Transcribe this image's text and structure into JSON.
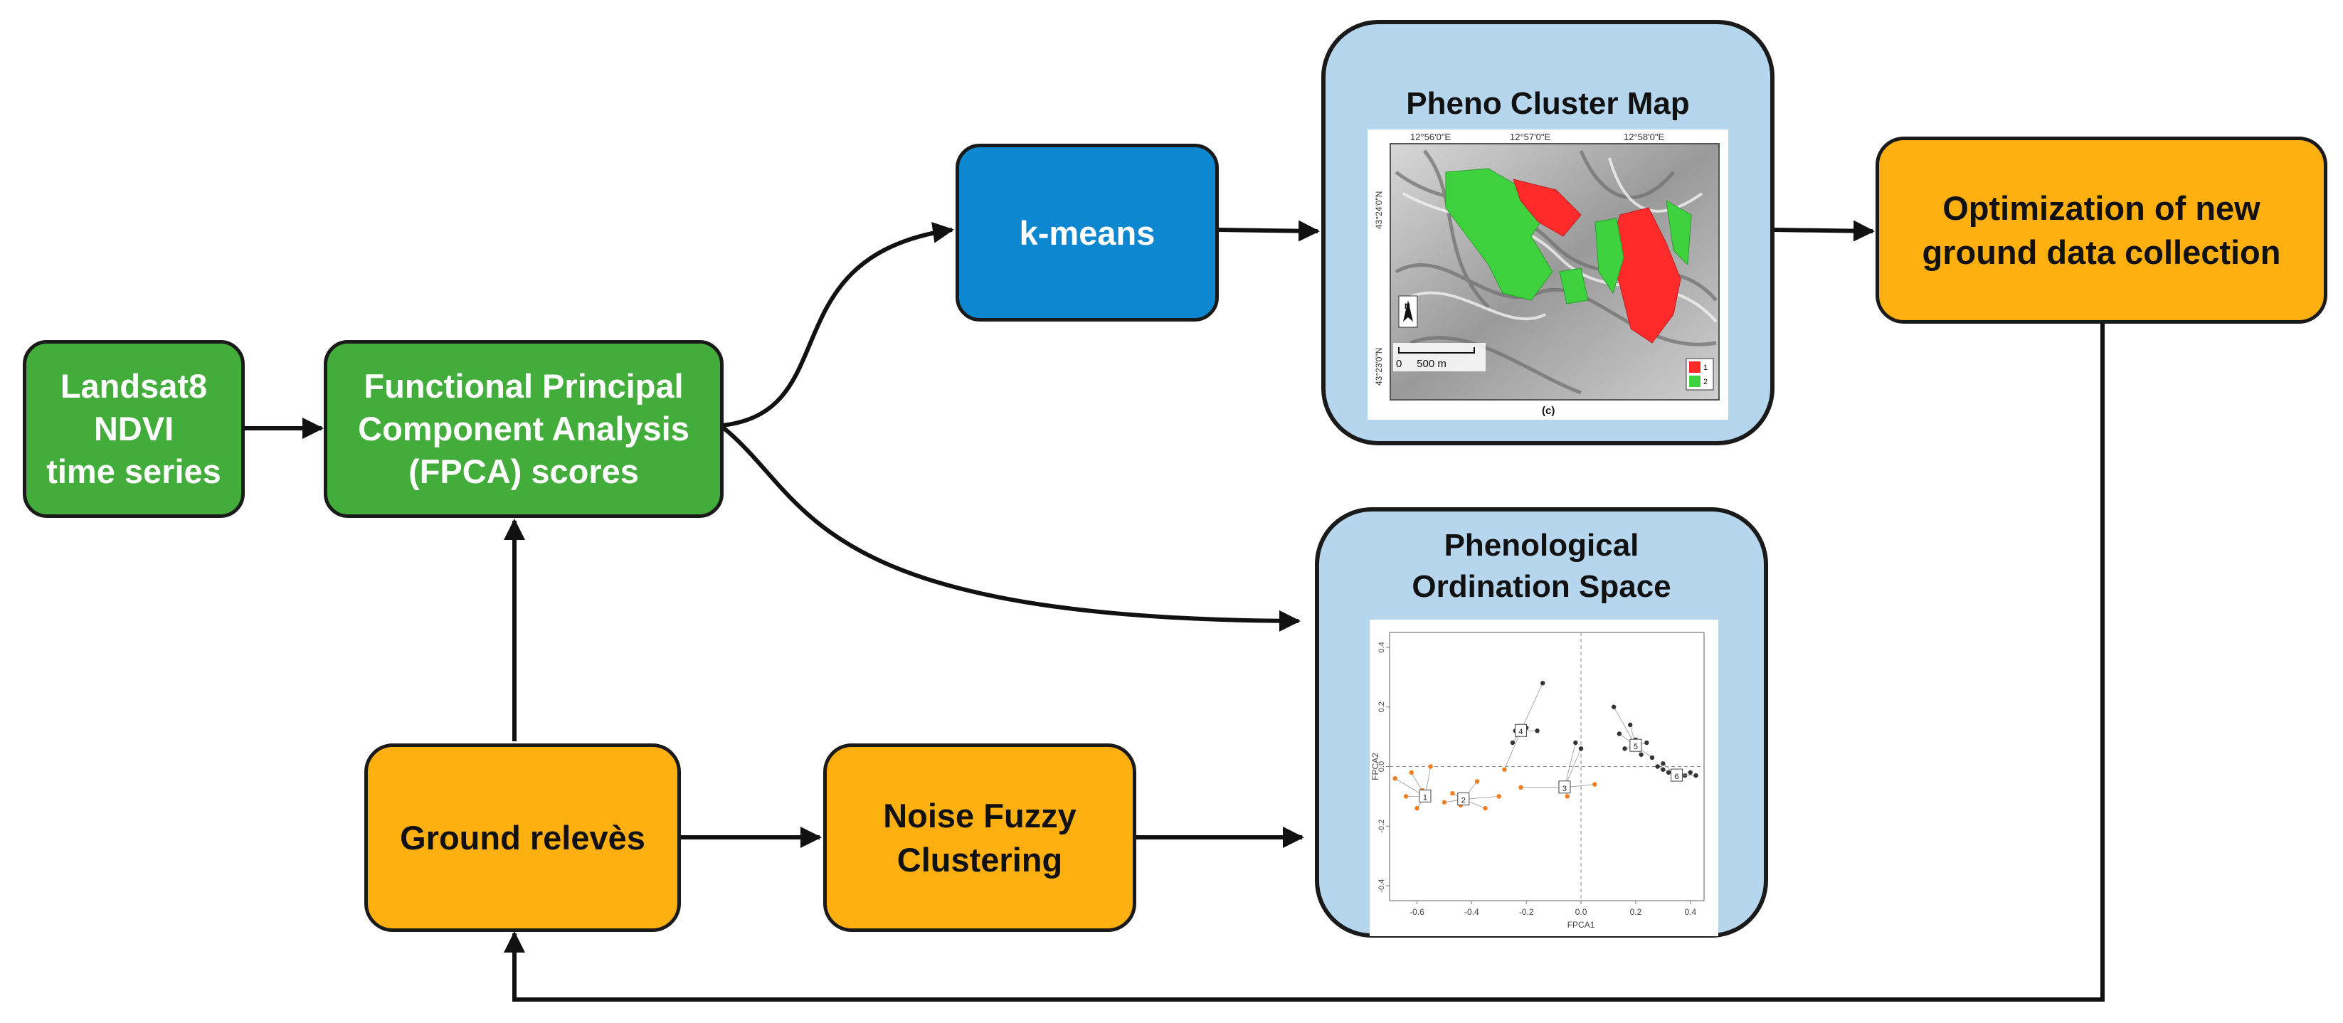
{
  "nodes": {
    "landsat": [
      "Landsat8",
      "NDVI",
      "time series"
    ],
    "fpca": [
      "Functional Principal",
      "Component Analysis",
      "(FPCA) scores"
    ],
    "kmeans": "k-means",
    "ground": "Ground relevès",
    "noise": [
      "Noise Fuzzy",
      "Clustering"
    ],
    "optimization": [
      "Optimization of new",
      "ground data collection"
    ]
  },
  "pheno_map": {
    "title": "Pheno Cluster Map",
    "lon_labels": [
      "12°56'0\"E",
      "12°57'0\"E",
      "12°58'0\"E"
    ],
    "lat_labels": [
      "43°24'0\"N",
      "43°23'0\"N"
    ],
    "north": "N",
    "scale": "0     500 m",
    "legend": [
      "1",
      "2"
    ],
    "caption": "(c)",
    "colors": {
      "cluster1": "#ff2b2b",
      "cluster2": "#3ed33e"
    }
  },
  "ordination": {
    "title": [
      "Phenological",
      "Ordination Space"
    ],
    "chart_data": {
      "type": "scatter",
      "xlabel": "FPCA1",
      "ylabel": "FPCA2",
      "x_ticks": [
        "-0.6",
        "-0.4",
        "-0.2",
        "0.0",
        "0.2",
        "0.4"
      ],
      "y_ticks": [
        "0.4",
        "0.2",
        "0.0",
        "-0.2",
        "-0.4"
      ],
      "xlim": [
        -0.7,
        0.45
      ],
      "ylim": [
        -0.45,
        0.45
      ],
      "series": [
        {
          "color": "#333333",
          "points": [
            [
              -0.14,
              0.28
            ],
            [
              -0.24,
              0.12
            ],
            [
              -0.2,
              0.13
            ],
            [
              -0.16,
              0.12
            ],
            [
              -0.25,
              0.08
            ],
            [
              0.12,
              0.2
            ],
            [
              0.18,
              0.14
            ],
            [
              0.16,
              0.06
            ],
            [
              0.22,
              0.04
            ],
            [
              0.26,
              0.03
            ],
            [
              0.28,
              0.0
            ],
            [
              0.3,
              -0.01
            ],
            [
              0.32,
              -0.02
            ],
            [
              0.34,
              -0.03
            ],
            [
              0.36,
              -0.04
            ],
            [
              0.38,
              -0.03
            ],
            [
              0.4,
              -0.02
            ],
            [
              0.42,
              -0.03
            ],
            [
              0.3,
              0.01
            ],
            [
              0.24,
              0.08
            ],
            [
              0.2,
              0.09
            ],
            [
              0.14,
              0.11
            ],
            [
              -0.02,
              0.08
            ],
            [
              0.0,
              0.06
            ]
          ]
        },
        {
          "color": "#f07d20",
          "points": [
            [
              -0.68,
              -0.04
            ],
            [
              -0.62,
              -0.02
            ],
            [
              -0.58,
              -0.08
            ],
            [
              -0.55,
              0.0
            ],
            [
              -0.5,
              -0.12
            ],
            [
              -0.47,
              -0.09
            ],
            [
              -0.44,
              -0.13
            ],
            [
              -0.38,
              -0.05
            ],
            [
              -0.35,
              -0.14
            ],
            [
              -0.3,
              -0.1
            ],
            [
              -0.28,
              -0.01
            ],
            [
              -0.22,
              -0.07
            ],
            [
              -0.64,
              -0.1
            ],
            [
              -0.6,
              -0.14
            ],
            [
              -0.05,
              -0.1
            ],
            [
              0.05,
              -0.06
            ]
          ]
        }
      ],
      "cluster_labels": [
        "1",
        "2",
        "3",
        "4",
        "5",
        "6"
      ]
    }
  }
}
